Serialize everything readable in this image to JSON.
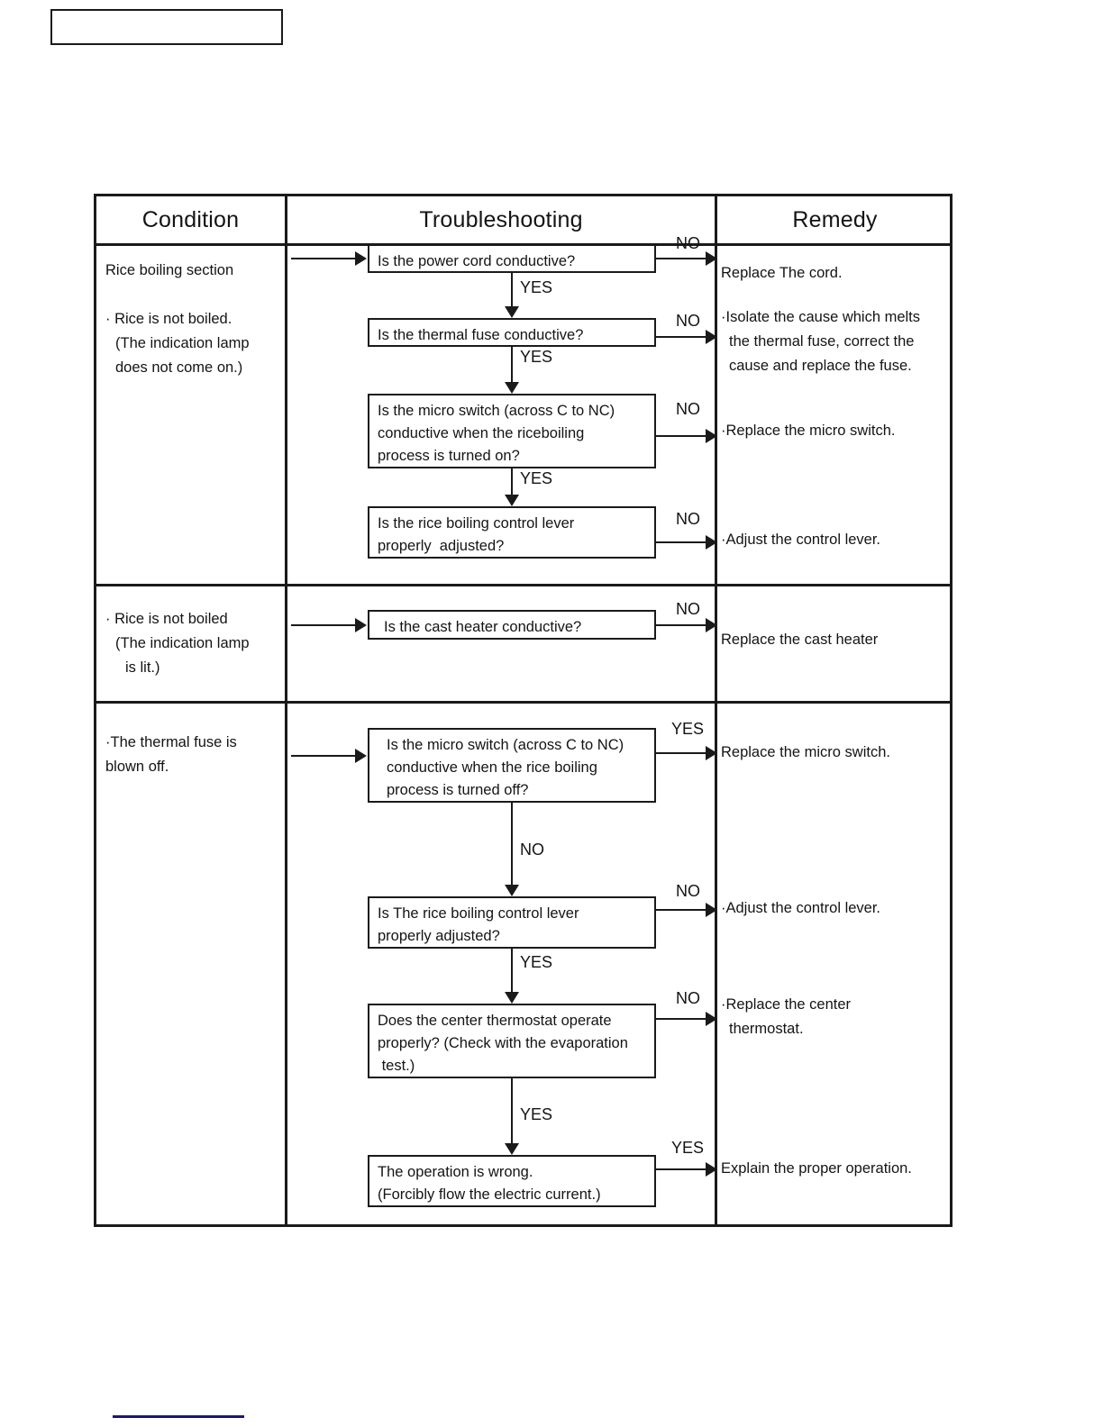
{
  "page": {
    "header_box_empty": true,
    "footer_rule_color": "#15197a"
  },
  "table": {
    "headers": {
      "condition": "Condition",
      "troubleshooting": "Troubleshooting",
      "remedy": "Remedy"
    },
    "sections": [
      {
        "id": "rice-boiling-section",
        "condition": {
          "title": "Rice boiling section",
          "lines": [
            "· Rice is not boiled.",
            "(The indication lamp",
            "does not come on.)"
          ]
        },
        "steps": [
          {
            "id": "power-cord",
            "question": [
              "Is the power cord conductive?"
            ],
            "branch_out_label": "NO",
            "branch_down_label": "YES",
            "remedy": [
              "Replace The cord."
            ]
          },
          {
            "id": "thermal-fuse",
            "question": [
              "Is the thermal fuse conductive?"
            ],
            "branch_out_label": "NO",
            "branch_down_label": "YES",
            "remedy": [
              "·Isolate the cause which melts",
              "the thermal fuse, correct the",
              "cause and replace the fuse."
            ]
          },
          {
            "id": "micro-switch-on",
            "question": [
              "Is the micro switch (across C to NC)",
              "conductive when the riceboiling",
              "process is turned on?"
            ],
            "branch_out_label": "NO",
            "branch_down_label": "YES",
            "remedy": [
              "·Replace the micro switch."
            ]
          },
          {
            "id": "control-lever-on",
            "question": [
              "Is the rice boiling control lever",
              "properly  adjusted?"
            ],
            "branch_out_label": "NO",
            "branch_down_label": "",
            "remedy": [
              "·Adjust the control lever."
            ]
          }
        ]
      },
      {
        "id": "lamp-lit",
        "condition": {
          "title": "",
          "lines": [
            "· Rice is not boiled",
            "(The indication lamp",
            "is lit.)"
          ]
        },
        "steps": [
          {
            "id": "cast-heater",
            "question": [
              "Is the cast heater conductive?"
            ],
            "branch_out_label": "NO",
            "branch_down_label": "",
            "remedy": [
              "Replace the cast heater"
            ]
          }
        ]
      },
      {
        "id": "thermal-fuse-blown",
        "condition": {
          "title": "",
          "lines": [
            "·The thermal fuse is",
            "blown off."
          ]
        },
        "steps": [
          {
            "id": "micro-switch-off",
            "question": [
              "Is the micro switch (across C to NC)",
              "conductive when the rice boiling",
              "process is turned off?"
            ],
            "branch_out_label": "YES",
            "branch_down_label": "NO",
            "remedy": [
              "Replace the micro switch."
            ]
          },
          {
            "id": "control-lever-off",
            "question": [
              "Is The rice boiling control lever",
              "properly adjusted?"
            ],
            "branch_out_label": "NO",
            "branch_down_label": "YES",
            "remedy": [
              "·Adjust the control lever."
            ]
          },
          {
            "id": "center-thermostat",
            "question": [
              "Does the center thermostat operate",
              "properly? (Check with the evaporation",
              " test.)"
            ],
            "branch_out_label": "NO",
            "branch_down_label": "YES",
            "remedy": [
              "·Replace the center",
              "thermostat."
            ]
          },
          {
            "id": "operation-wrong",
            "question": [
              "The operation is wrong.",
              "(Forcibly flow the electric current.)"
            ],
            "branch_out_label": "YES",
            "branch_down_label": "",
            "remedy": [
              "Explain the proper operation."
            ]
          }
        ]
      }
    ]
  }
}
